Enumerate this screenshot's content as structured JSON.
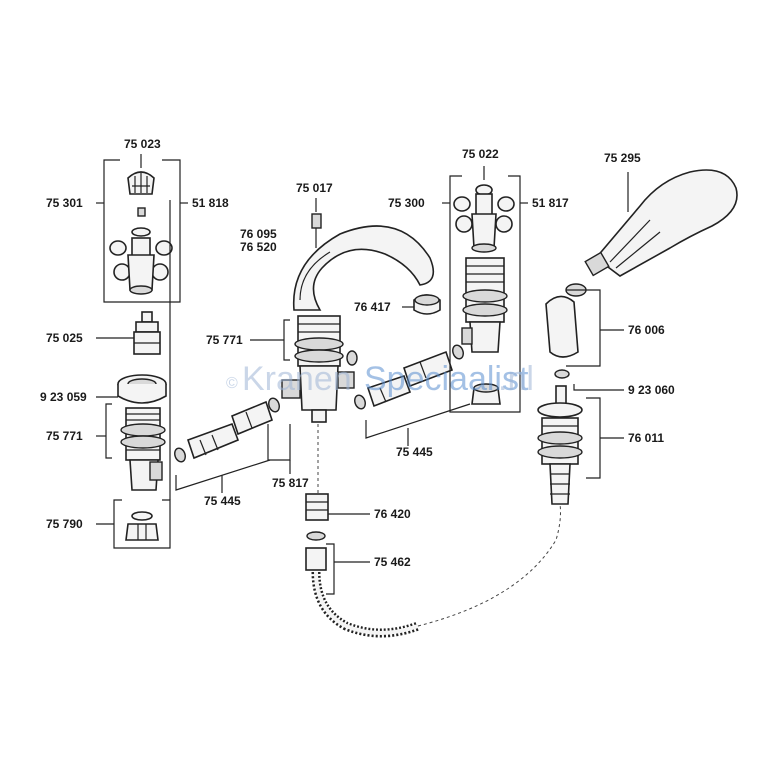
{
  "labels": {
    "p75023": "75 023",
    "p75301": "75 301",
    "p51818": "51 818",
    "p75025": "75 025",
    "p923059": "9 23 059",
    "p75771a": "75 771",
    "p75790": "75 790",
    "p75017": "75 017",
    "p76095": "76 095",
    "p76520": "76 520",
    "p75771b": "75 771",
    "p76417": "76 417",
    "p75445a": "75 445",
    "p75817": "75 817",
    "p76420": "76 420",
    "p75462": "75 462",
    "p75022": "75 022",
    "p75300": "75 300",
    "p51817": "51 817",
    "p75445b": "75 445",
    "p75295": "75 295",
    "p76006": "76 006",
    "p923060": "9 23 060",
    "p76011": "76 011"
  },
  "watermark": {
    "copyright": "©",
    "part1": "Kranen",
    "part2": "Speciaalist",
    "part3": ".nl"
  }
}
